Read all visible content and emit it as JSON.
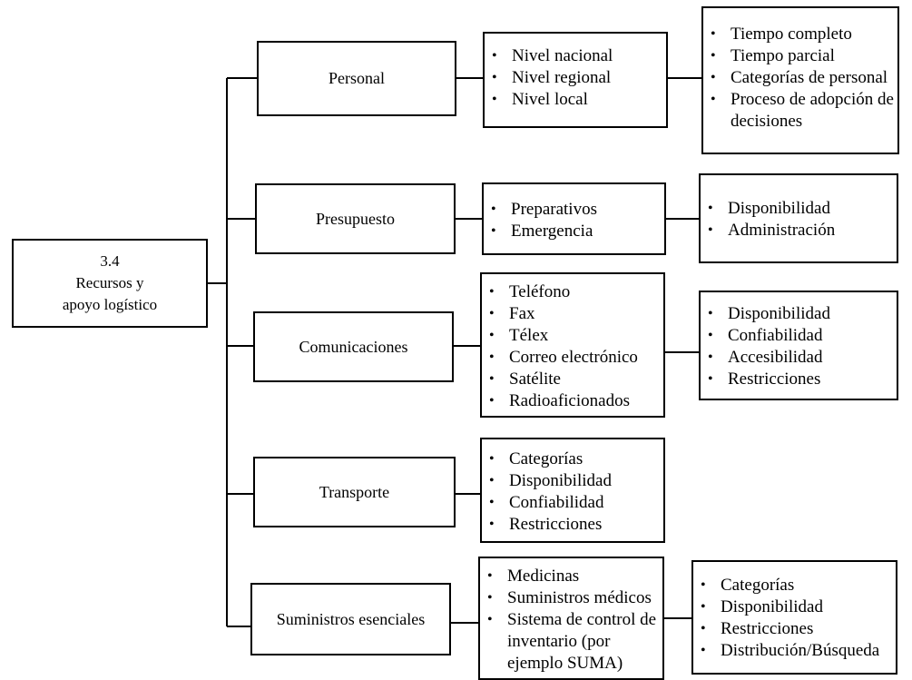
{
  "root": {
    "line1": "3.4",
    "line2": "Recursos y",
    "line3": "apoyo logístico"
  },
  "branches": [
    {
      "label": "Personal",
      "items": [
        "Nivel nacional",
        "Nivel regional",
        "Nivel local"
      ],
      "details": [
        "Tiempo completo",
        "Tiempo parcial",
        "Categorías de personal",
        "Proceso de adopción de decisiones"
      ]
    },
    {
      "label": "Presupuesto",
      "items": [
        "Preparativos",
        "Emergencia"
      ],
      "details": [
        "Disponibilidad",
        "Administración"
      ]
    },
    {
      "label": "Comunicaciones",
      "items": [
        "Teléfono",
        "Fax",
        "Télex",
        "Correo electrónico",
        "Satélite",
        "Radioaficionados"
      ],
      "details": [
        "Disponibilidad",
        "Confiabilidad",
        "Accesibilidad",
        "Restricciones"
      ]
    },
    {
      "label": "Transporte",
      "items": [
        "Categorías",
        "Disponibilidad",
        "Confiabilidad",
        "Restricciones"
      ],
      "details": []
    },
    {
      "label": "Suministros esenciales",
      "items": [
        "Medicinas",
        "Suministros médicos",
        "Sistema de control de inventario (por ejemplo SUMA)"
      ],
      "details": [
        "Categorías",
        "Disponibilidad",
        "Restricciones",
        "Distribución/Búsqueda"
      ]
    }
  ]
}
